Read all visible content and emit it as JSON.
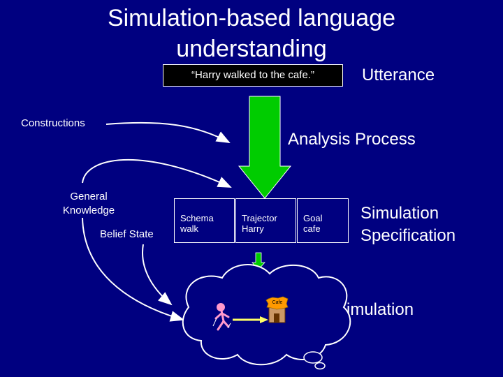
{
  "title": {
    "line1": "Simulation-based language",
    "line2": "understanding"
  },
  "utterance": {
    "quote": "“Harry walked to the cafe.”",
    "label": "Utterance"
  },
  "analysis": {
    "label": "Analysis Process"
  },
  "inputs": {
    "constructions": "Constructions",
    "general_knowledge_line1": "General",
    "general_knowledge_line2": "Knowledge",
    "belief_state": "Belief State"
  },
  "specification": {
    "cells": [
      {
        "role": "Schema",
        "value": "walk"
      },
      {
        "role": "Trajector",
        "value": "Harry"
      },
      {
        "role": "Goal",
        "value": "cafe"
      }
    ],
    "label_line1": "Simulation",
    "label_line2": "Specification"
  },
  "simulation": {
    "label": "Simulation",
    "cafe_sign": "Cafe"
  },
  "colors": {
    "background": "#000080",
    "arrow_green": "#00cc00",
    "figure_pink": "#ff99cc",
    "sign_orange": "#ff9900",
    "path_yellow": "#ffff66"
  }
}
